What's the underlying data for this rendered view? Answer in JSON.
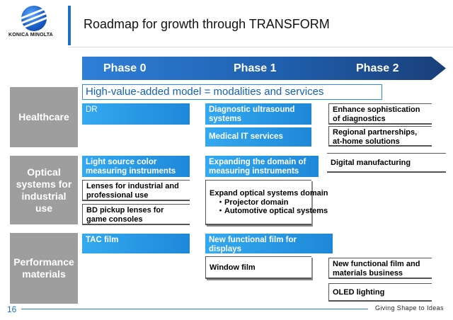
{
  "header": {
    "logo_text": "KONICA MINOLTA",
    "title": "Roadmap for growth through TRANSFORM"
  },
  "phases": [
    "Phase  0",
    "Phase 1",
    "Phase 2"
  ],
  "banner": "High-value-added model = modalities and services",
  "categories": {
    "healthcare": "Healthcare",
    "optical": "Optical systems for industrial use",
    "performance": "Performance materials"
  },
  "healthcare": {
    "dr": "DR",
    "ultrasound": "Diagnostic ultrasound systems",
    "medical_it": "Medical IT services",
    "enhance": "Enhance sophistication of diagnostics",
    "regional": "Regional partnerships, at-home solutions"
  },
  "optical": {
    "light_source": "Light source color measuring instruments",
    "expanding": "Expanding the domain of measuring instruments",
    "digital_mfg": "Digital manufacturing",
    "lenses": "Lenses for industrial and professional use",
    "bd_pickup": "BD pickup lenses for game consoles",
    "expand_title": "Expand optical systems domain",
    "expand_item1": "・Projector domain",
    "expand_item2": "・Automotive optical systems"
  },
  "performance": {
    "tac": "TAC film",
    "new_functional": "New functional film for displays",
    "window": "Window film",
    "new_business": "New functional film and materials business",
    "oled": "OLED lighting"
  },
  "footer": {
    "page_number": "16",
    "tagline": "Giving Shape to Ideas"
  },
  "colors": {
    "accent_blue": "#1f6fc7",
    "box_blue": "#2a9be6",
    "category_gray": "#9e9e9e"
  }
}
